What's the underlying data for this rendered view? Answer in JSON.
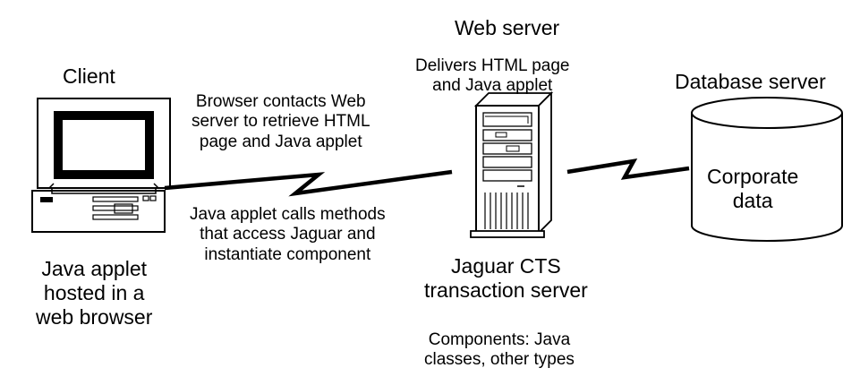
{
  "client": {
    "title": "Client",
    "caption": [
      "Java applet",
      "hosted in a",
      "web browser"
    ]
  },
  "web_server": {
    "title": "Web server",
    "delivers": [
      "Delivers HTML page",
      "and Java applet"
    ],
    "name": [
      "Jaguar CTS",
      "transaction server"
    ],
    "components": [
      "Components: Java",
      "classes, other types"
    ]
  },
  "database_server": {
    "title": "Database server",
    "store": [
      "Corporate",
      "data"
    ]
  },
  "links": {
    "browser_contacts": [
      "Browser contacts Web",
      "server to retrieve HTML",
      "page and Java applet"
    ],
    "applet_calls": [
      "Java applet calls methods",
      "that access Jaguar and",
      "instantiate component"
    ]
  }
}
